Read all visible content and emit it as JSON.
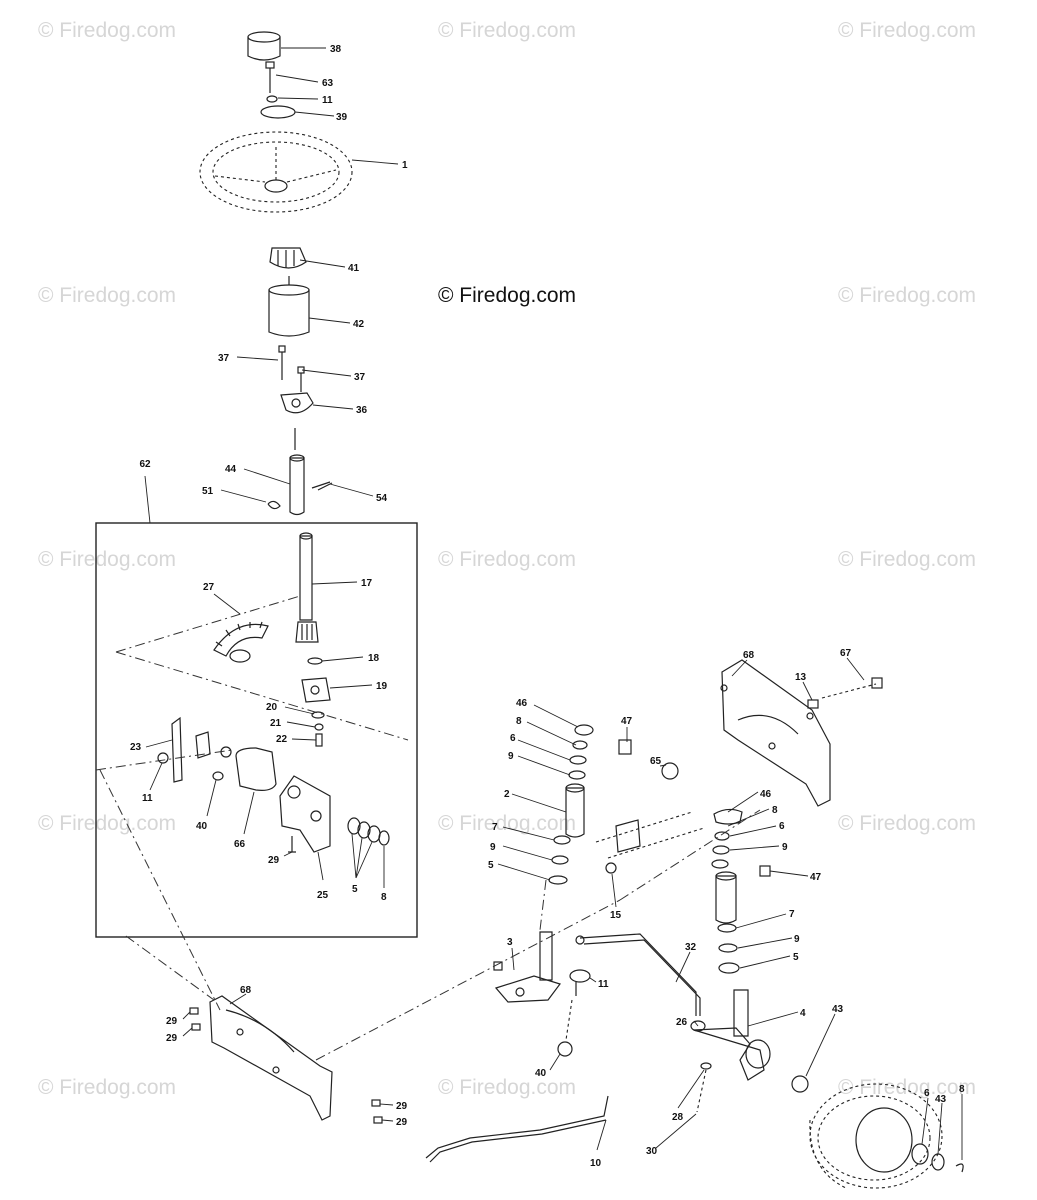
{
  "watermark": {
    "text": "© Firedog.com"
  },
  "diagram": {
    "subassembly_ref": "62",
    "callouts": [
      {
        "id": "c38",
        "text": "38"
      },
      {
        "id": "c63",
        "text": "63"
      },
      {
        "id": "c11a",
        "text": "11"
      },
      {
        "id": "c39",
        "text": "39"
      },
      {
        "id": "c1",
        "text": "1"
      },
      {
        "id": "c41",
        "text": "41"
      },
      {
        "id": "c42",
        "text": "42"
      },
      {
        "id": "c37a",
        "text": "37"
      },
      {
        "id": "c37b",
        "text": "37"
      },
      {
        "id": "c36",
        "text": "36"
      },
      {
        "id": "c44",
        "text": "44"
      },
      {
        "id": "c51",
        "text": "51"
      },
      {
        "id": "c54",
        "text": "54"
      },
      {
        "id": "c17",
        "text": "17"
      },
      {
        "id": "c27",
        "text": "27"
      },
      {
        "id": "c18",
        "text": "18"
      },
      {
        "id": "c19",
        "text": "19"
      },
      {
        "id": "c20",
        "text": "20"
      },
      {
        "id": "c21",
        "text": "21"
      },
      {
        "id": "c22",
        "text": "22"
      },
      {
        "id": "c23",
        "text": "23"
      },
      {
        "id": "c11b",
        "text": "11"
      },
      {
        "id": "c40a",
        "text": "40"
      },
      {
        "id": "c66",
        "text": "66"
      },
      {
        "id": "c29a",
        "text": "29"
      },
      {
        "id": "c25",
        "text": "25"
      },
      {
        "id": "c5a",
        "text": "5"
      },
      {
        "id": "c8a",
        "text": "8"
      },
      {
        "id": "c68a",
        "text": "68"
      },
      {
        "id": "c67",
        "text": "67"
      },
      {
        "id": "c13",
        "text": "13"
      },
      {
        "id": "c46a",
        "text": "46"
      },
      {
        "id": "c8b",
        "text": "8"
      },
      {
        "id": "c6a",
        "text": "6"
      },
      {
        "id": "c9a",
        "text": "9"
      },
      {
        "id": "c47a",
        "text": "47"
      },
      {
        "id": "c65",
        "text": "65"
      },
      {
        "id": "c2",
        "text": "2"
      },
      {
        "id": "c7a",
        "text": "7"
      },
      {
        "id": "c9b",
        "text": "9"
      },
      {
        "id": "c5b",
        "text": "5"
      },
      {
        "id": "c15",
        "text": "15"
      },
      {
        "id": "c46b",
        "text": "46"
      },
      {
        "id": "c8c",
        "text": "8"
      },
      {
        "id": "c6b",
        "text": "6"
      },
      {
        "id": "c9c",
        "text": "9"
      },
      {
        "id": "c47b",
        "text": "47"
      },
      {
        "id": "c7b",
        "text": "7"
      },
      {
        "id": "c9d",
        "text": "9"
      },
      {
        "id": "c5c",
        "text": "5"
      },
      {
        "id": "c3",
        "text": "3"
      },
      {
        "id": "c32",
        "text": "32"
      },
      {
        "id": "c11c",
        "text": "11"
      },
      {
        "id": "c4",
        "text": "4"
      },
      {
        "id": "c26",
        "text": "26"
      },
      {
        "id": "c43a",
        "text": "43"
      },
      {
        "id": "c40b",
        "text": "40"
      },
      {
        "id": "c28",
        "text": "28"
      },
      {
        "id": "c30",
        "text": "30"
      },
      {
        "id": "c10",
        "text": "10"
      },
      {
        "id": "c6c",
        "text": "6"
      },
      {
        "id": "c43b",
        "text": "43"
      },
      {
        "id": "c8d",
        "text": "8"
      },
      {
        "id": "c68b",
        "text": "68"
      },
      {
        "id": "c29b",
        "text": "29"
      },
      {
        "id": "c29c",
        "text": "29"
      },
      {
        "id": "c29d",
        "text": "29"
      },
      {
        "id": "c29e",
        "text": "29"
      }
    ]
  }
}
